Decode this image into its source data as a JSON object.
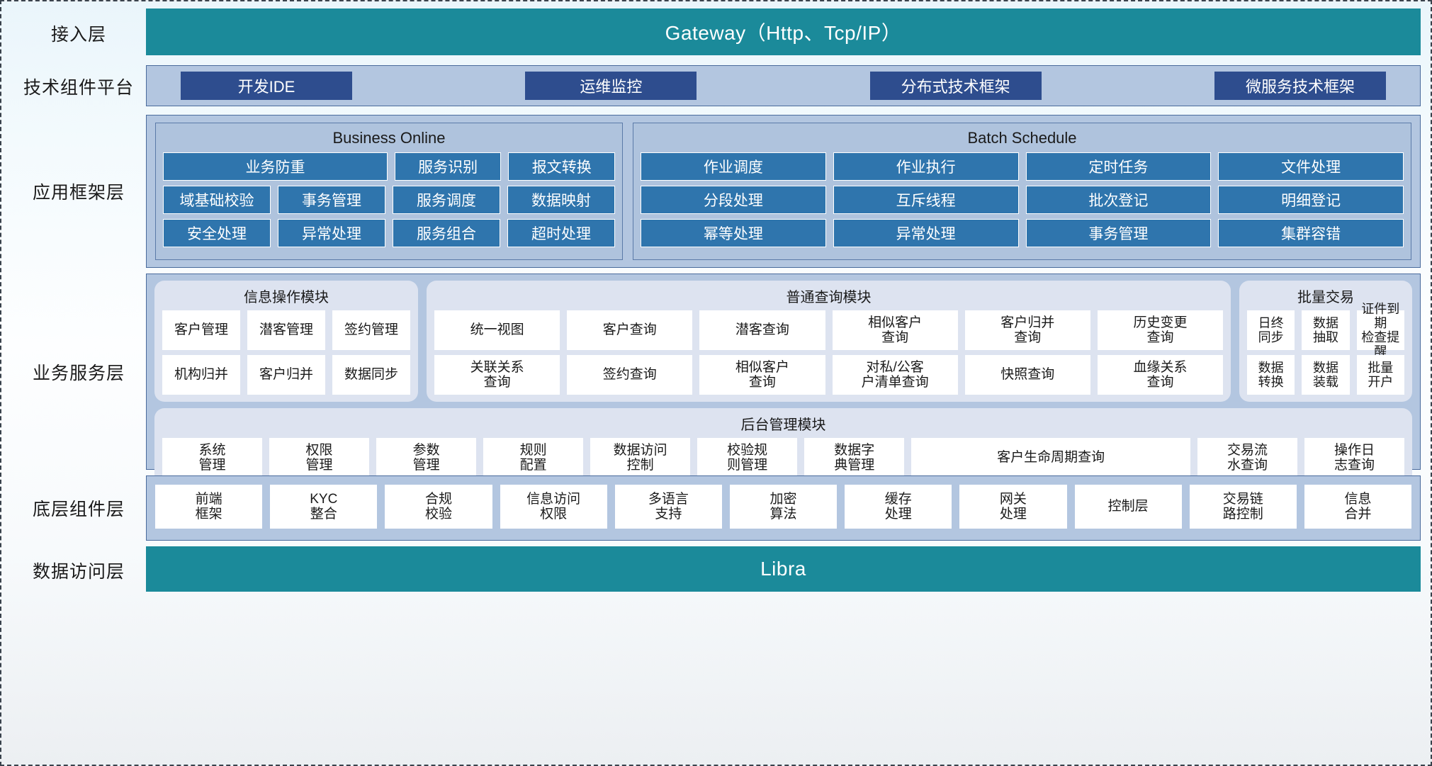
{
  "layers": [
    {
      "key": "access",
      "label": "接入层"
    },
    {
      "key": "tech",
      "label": "技术组件平台"
    },
    {
      "key": "appfw",
      "label": "应用框架层"
    },
    {
      "key": "bizsvc",
      "label": "业务服务层"
    },
    {
      "key": "compbase",
      "label": "底层组件层"
    },
    {
      "key": "dataacc",
      "label": "数据访问层"
    }
  ],
  "access_layer": {
    "title": "Gateway（Http、Tcp/IP）"
  },
  "tech_platform": {
    "items": [
      "开发IDE",
      "运维监控",
      "分布式技术框架",
      "微服务技术框架"
    ]
  },
  "app_framework": {
    "business_online": {
      "title": "Business Online",
      "rows": [
        [
          "业务防重",
          "服务识别",
          "报文转换"
        ],
        [
          "域基础校验",
          "事务管理",
          "服务调度",
          "数据映射"
        ],
        [
          "安全处理",
          "异常处理",
          "服务组合",
          "超时处理"
        ]
      ]
    },
    "batch_schedule": {
      "title": "Batch Schedule",
      "rows": [
        [
          "作业调度",
          "作业执行",
          "定时任务",
          "文件处理"
        ],
        [
          "分段处理",
          "互斥线程",
          "批次登记",
          "明细登记"
        ],
        [
          "幂等处理",
          "异常处理",
          "事务管理",
          "集群容错"
        ]
      ]
    }
  },
  "business_service": {
    "info_module": {
      "title": "信息操作模块",
      "rows": [
        [
          "客户管理",
          "潜客管理",
          "签约管理"
        ],
        [
          "机构归并",
          "客户归并",
          "数据同步"
        ]
      ]
    },
    "query_module": {
      "title": "普通查询模块",
      "rows": [
        [
          "统一视图",
          "客户查询",
          "潜客查询",
          "相似客户\n查询",
          "客户归并\n查询",
          "历史变更\n查询"
        ],
        [
          "关联关系\n查询",
          "签约查询",
          "相似客户\n查询",
          "对私/公客\n户清单查询",
          "快照查询",
          "血缘关系\n查询"
        ]
      ]
    },
    "batch_module": {
      "title": "批量交易",
      "rows": [
        [
          "日终\n同步",
          "数据\n抽取",
          "证件到期\n检查提醒"
        ],
        [
          "数据\n转换",
          "数据\n装载",
          "批量\n开户"
        ]
      ]
    },
    "admin_module": {
      "title": "后台管理模块",
      "cells": [
        {
          "label": "系统\n管理",
          "wide": false
        },
        {
          "label": "权限\n管理",
          "wide": false
        },
        {
          "label": "参数\n管理",
          "wide": false
        },
        {
          "label": "规则\n配置",
          "wide": false
        },
        {
          "label": "数据访问\n控制",
          "wide": false
        },
        {
          "label": "校验规\n则管理",
          "wide": false
        },
        {
          "label": "数据字\n典管理",
          "wide": false
        },
        {
          "label": "客户生命周期查询",
          "wide": true
        },
        {
          "label": "交易流\n水查询",
          "wide": false
        },
        {
          "label": "操作日\n志查询",
          "wide": false
        }
      ]
    }
  },
  "component_layer": {
    "items": [
      "前端\n框架",
      "KYC\n整合",
      "合规\n校验",
      "信息访问\n权限",
      "多语言\n支持",
      "加密\n算法",
      "缓存\n处理",
      "网关\n处理",
      "控制层",
      "交易链\n路控制",
      "信息\n合并"
    ]
  },
  "data_access": {
    "title": "Libra"
  },
  "colors": {
    "teal": "#1b8a9a",
    "navy": "#2e4d8e",
    "panel_blue": "#b3c6e0",
    "cell_blue": "#2f75ad",
    "round_bg": "#dde3f0",
    "border": "#4a6b9c"
  }
}
